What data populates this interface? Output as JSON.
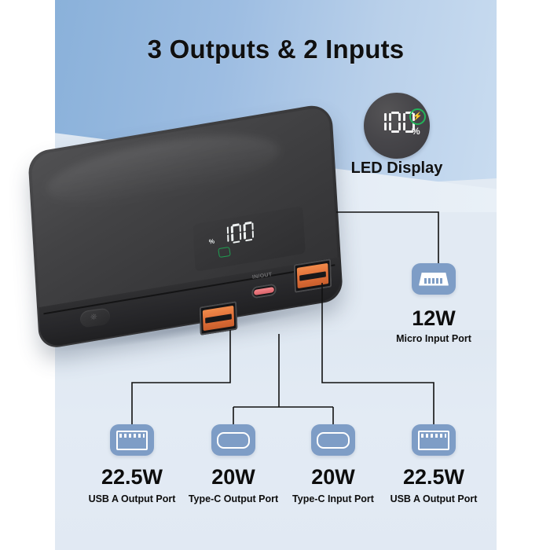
{
  "page": {
    "title": "3 Outputs & 2 Inputs",
    "background_blue": "#9dbde2",
    "background_pale": "#e2eaf3",
    "badge_color": "#7e9dc6",
    "accent_orange": "#e2713a",
    "accent_pink": "#e9747b",
    "accent_green": "#23b45a"
  },
  "led_callout": {
    "caption": "LED Display",
    "value": "100",
    "unit": "%",
    "bolt_icon": "lightning-bolt-icon"
  },
  "device": {
    "screen_value": "100",
    "screen_unit": "%",
    "port_label": "IN/OUT",
    "power_button_icon": "power-icon"
  },
  "micro_callout": {
    "icon": "micro-usb-icon",
    "value": "12W",
    "label": "Micro Input Port"
  },
  "callouts": [
    {
      "icon": "usb-a-icon",
      "value": "22.5W",
      "label": "USB A Output Port"
    },
    {
      "icon": "usb-c-icon",
      "value": "20W",
      "label": "Type-C Output Port"
    },
    {
      "icon": "usb-c-icon",
      "value": "20W",
      "label": "Type-C Input Port"
    },
    {
      "icon": "usb-a-icon",
      "value": "22.5W",
      "label": "USB A Output Port"
    }
  ]
}
